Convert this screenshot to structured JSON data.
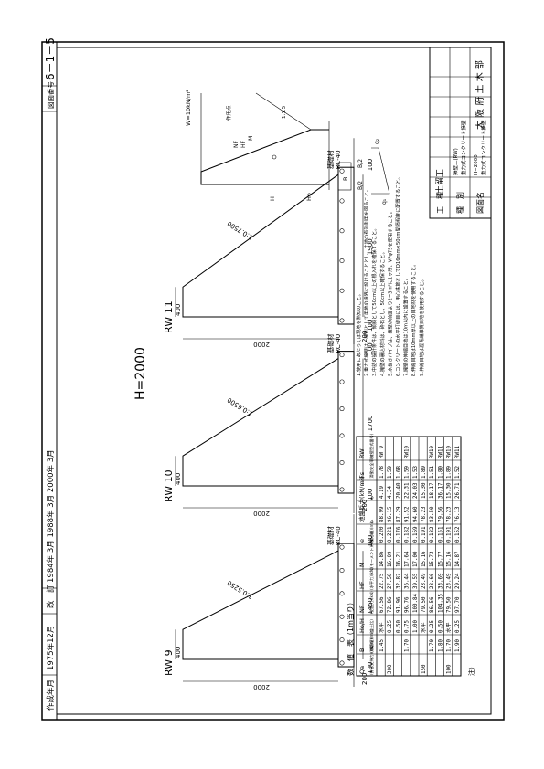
{
  "header": {
    "created_label": "作成年月",
    "created_value": "1975年12月",
    "revised_label": "改　訂",
    "revised_value": "1984年 3月  1988年 3月  2000年 3月",
    "drawing_no_label": "図面番号",
    "drawing_no": "6－1－5"
  },
  "title_block": {
    "row1_label": "工　種",
    "row1_value": "土留工",
    "row2_label": "種　別",
    "row2_value_line1": "擁壁工(RW)",
    "row2_value_line2": "重力式コンクリート擁壁",
    "row3_label": "図面名",
    "row3_value_line1": "H=2000",
    "row3_value_line2": "重力式コンクリート擁壁",
    "org": "大 阪 府 土 木 部"
  },
  "main_title": "H=2000",
  "sections": [
    {
      "name": "RW 9",
      "top_width": "400",
      "base_width": "1450",
      "slope": "1:0.5250",
      "height": "2000",
      "base_h": "200",
      "toe": "100",
      "heel": "100",
      "foundation_label": "基礎材",
      "foundation_spec": "RC-40"
    },
    {
      "name": "RW 10",
      "top_width": "400",
      "base_width": "1700",
      "slope": "1:0.6500",
      "height": "2000",
      "base_h": "200",
      "toe": "100",
      "heel": "100",
      "foundation_label": "基礎材",
      "foundation_spec": "RC-40"
    },
    {
      "name": "RW 11",
      "top_width": "400",
      "base_width": "1900",
      "slope": "1:0.7500",
      "height": "2000",
      "base_h": "200",
      "toe": "100",
      "heel": "100",
      "foundation_label": "基礎材",
      "foundation_spec": "RC-40"
    }
  ],
  "table": {
    "caption": "数　値　表（1m当り）",
    "headers": [
      "Qa",
      "B",
      "Ho/H",
      "NF",
      "HF",
      "M",
      "e",
      "地盤反力(kN/m²)",
      "",
      "Fs",
      "RW"
    ],
    "subheaders": [
      "(許容支持力)(kN/m²)",
      "(底版幅)(m)",
      "(盛土比)",
      "(鉛直力)(kN)",
      "(水平力)(kN)",
      "(モーメント)(kN・m)",
      "(偏心量)(m)",
      "q₁",
      "q₂",
      "(滑動安全率)",
      "(擁壁型式番号)"
    ],
    "rows": [
      [
        "",
        "1.45",
        "水平",
        "67.56",
        "22.75",
        "14.86",
        "0.220",
        "88.99",
        "4.19",
        "1.78",
        "RW 9"
      ],
      [
        "300",
        "",
        "0.25",
        "72.86",
        "27.58",
        "16.09",
        "0.221",
        "96.15",
        "4.34",
        "1.59",
        ""
      ],
      [
        "",
        "",
        "0.50",
        "91.96",
        "32.87",
        "16.21",
        "0.176",
        "87.29",
        "20.40",
        "1.68",
        ""
      ],
      [
        "",
        "1.70",
        "0.75",
        "96.76",
        "36.44",
        "17.64",
        "0.182",
        "91.52",
        "22.31",
        "1.59",
        "RW10"
      ],
      [
        "",
        "",
        "1.00",
        "100.84",
        "39.55",
        "17.00",
        "0.169",
        "94.60",
        "24.03",
        "1.53",
        ""
      ],
      [
        "150",
        "",
        "水平",
        "79.50",
        "23.49",
        "15.16",
        "0.191",
        "78.23",
        "15.30",
        "1.89",
        ""
      ],
      [
        "",
        "1.70",
        "0.25",
        "86.56",
        "28.66",
        "15.73",
        "0.182",
        "83.50",
        "18.17",
        "1.51",
        "RW10"
      ],
      [
        "",
        "1.80",
        "0.50",
        "104.35",
        "33.69",
        "15.77",
        "0.151",
        "79.56",
        "36.17",
        "1.80",
        "RW11"
      ],
      [
        "100",
        "1.70",
        "水平",
        "79.50",
        "23.49",
        "15.16",
        "0.191",
        "78.23",
        "15.30",
        "1.89",
        "RW10"
      ],
      [
        "",
        "1.90",
        "0.25",
        "97.70",
        "29.24",
        "14.87",
        "0.152",
        "76.13",
        "26.71",
        "1.52",
        "RW11"
      ]
    ]
  },
  "notes": {
    "label": "注）",
    "items": [
      "1.使用にあたっては現地を熟知のこと。",
      "2.重力式擁壁は、原則として用地の境界に設けることとし、土地の有効利用を図ること。",
      "3.中詰の設計条件は、傾斜として50cm以上の根入れを確保すること。",
      "4.擁壁の裏込材料は、砕石とし、50cm以上確保すること。",
      "5.水抜きパイプは、擁壁の前面より2~3m²に1ヶ所、VPφ75を使用すること。",
      "6.コンクリートの水平打継目には、用心鉄筋としてD16mm×50cm間隔程度に配置すること。",
      "7.擁壁の伸縮目地は10m以内に設置すること。",
      "8.伸縮目地は10mm厚以上の目地材を使用すること。",
      "9.伸縮目地は瀝青繊維質目地を使用すること。"
    ]
  },
  "load_diagram": {
    "surcharge": "W=10kN/m²",
    "point": "NF",
    "hf": "HF",
    "m": "M",
    "action_label": "作用点",
    "b_half_1": "B/2",
    "b_half_2": "B/2",
    "b": "B",
    "q1": "q₁",
    "q2": "q₂",
    "h": "H",
    "ho": "Ho",
    "slope_ratio": "1:1.5"
  }
}
